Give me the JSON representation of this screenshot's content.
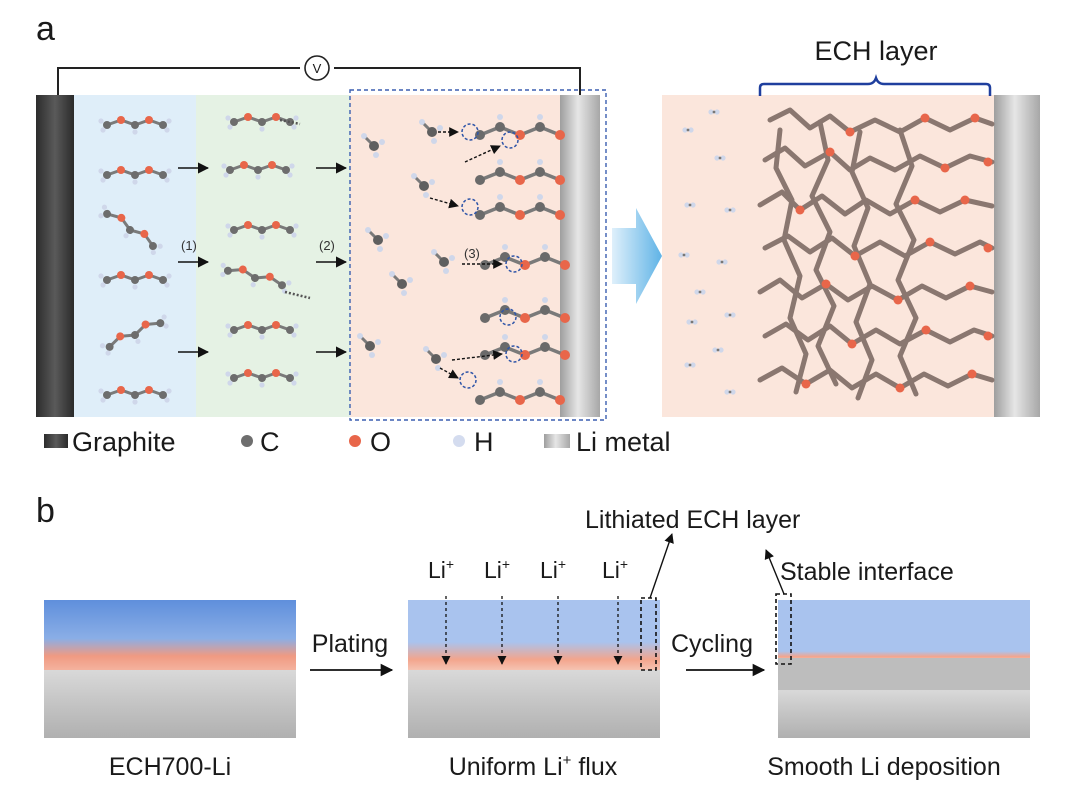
{
  "panel_a": {
    "letter": "a",
    "voltmeter": "V",
    "steps": [
      "(1)",
      "(2)",
      "(3)"
    ],
    "ech_layer_label": "ECH layer",
    "legend": [
      {
        "label": "Graphite",
        "icon": "graphite-swatch-icon",
        "color": "#3a3a3a"
      },
      {
        "label": "C",
        "icon": "carbon-atom-icon",
        "color": "#6e6e6e"
      },
      {
        "label": "O",
        "icon": "oxygen-atom-icon",
        "color": "#e8664a"
      },
      {
        "label": "H",
        "icon": "hydrogen-atom-icon",
        "color": "#d4dcef"
      },
      {
        "label": "Li metal",
        "icon": "li-metal-swatch-icon",
        "color": "#bdbdbd"
      }
    ]
  },
  "panel_b": {
    "letter": "b",
    "arrow_labels": {
      "plating": "Plating",
      "cycling": "Cycling"
    },
    "callouts": {
      "lithiated": "Lithiated ECH layer",
      "stable": "Stable interface"
    },
    "li_ion": {
      "base": "Li",
      "sup": "+"
    },
    "captions": {
      "left_pre": "ECH700-Li",
      "mid_pre": "Uniform Li",
      "mid_sup": "+",
      "mid_post": " flux",
      "right_pre": "Smooth Li deposition"
    }
  },
  "colors": {
    "blue_zone": "#dfeef9",
    "green_zone": "#e5f2e4",
    "pink_zone": "#fbe6dc",
    "blue_layer": "#6f9be0",
    "salmon": "#f6a489",
    "li_gray": "#c9c9c9"
  }
}
